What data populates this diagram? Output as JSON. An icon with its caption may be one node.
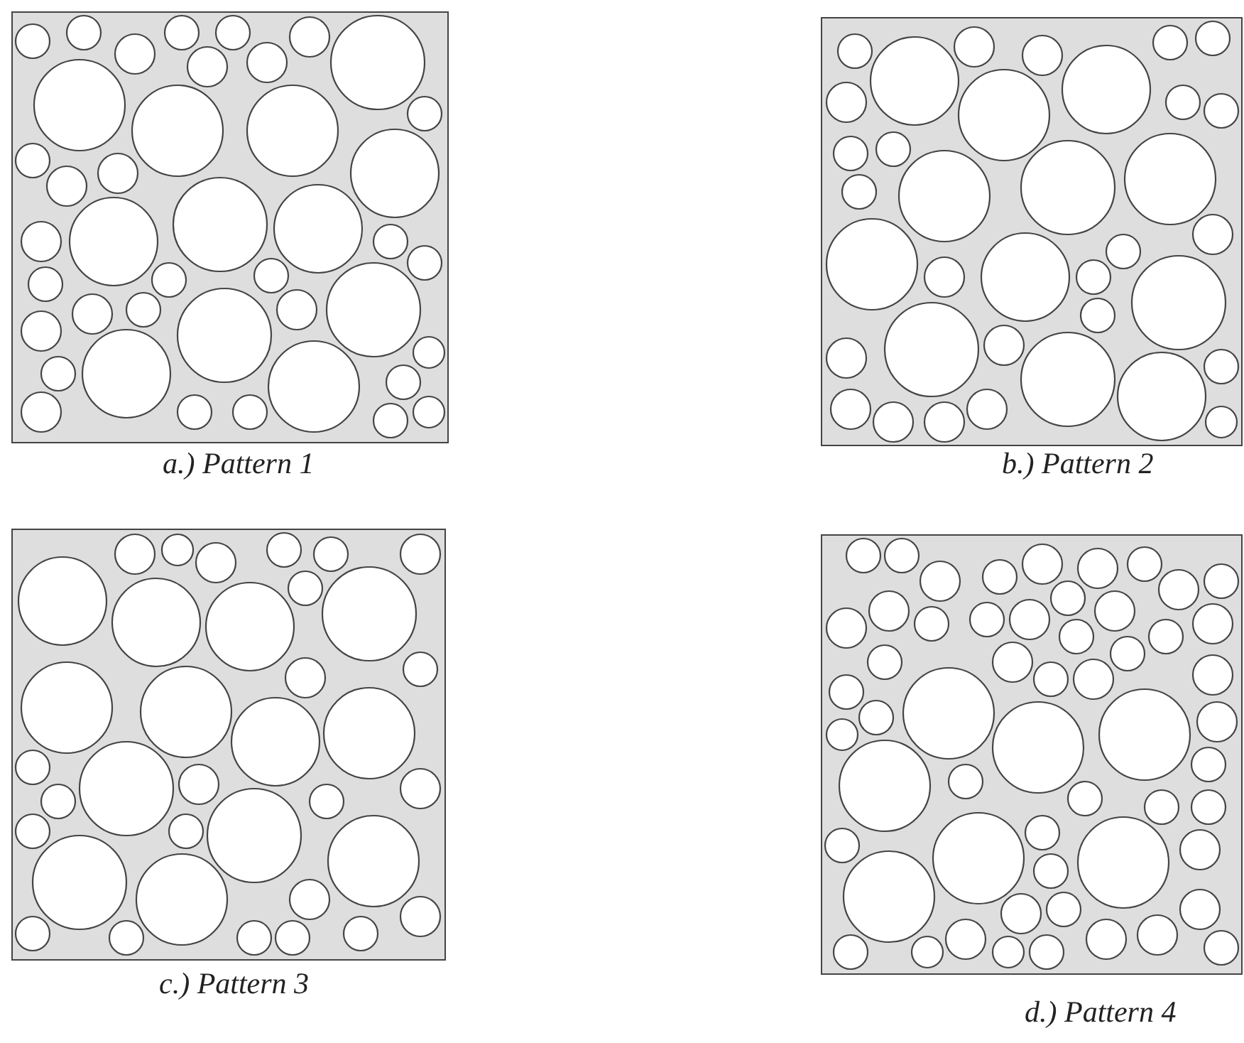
{
  "diagram": {
    "labels": [
      "a.) Pattern 1",
      "b.) Pattern 2",
      "c.) Pattern 3",
      "d.) Pattern 4"
    ]
  }
}
